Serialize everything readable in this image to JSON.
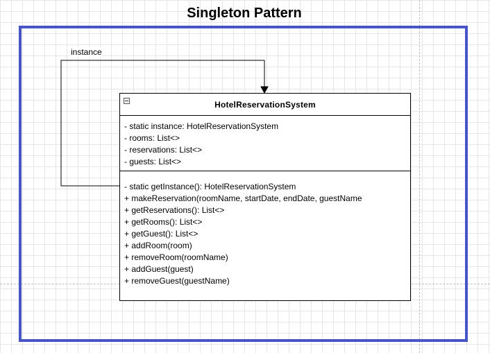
{
  "diagram": {
    "title": "Singleton Pattern",
    "frame_color": "#4755c6",
    "association": {
      "label": "instance"
    },
    "class": {
      "name": "HotelReservationSystem",
      "attributes": [
        "- static instance: HotelReservationSystem",
        "- rooms: List<>",
        "- reservations: List<>",
        "- guests: List<>"
      ],
      "methods": [
        "- static getInstance(): HotelReservationSystem",
        "+ makeReservation(roomName, startDate, endDate, guestName",
        "+ getReservations(): List<>",
        "+ getRooms(): List<>",
        "+ getGuest(): List<>",
        "+ addRoom(room)",
        "+ removeRoom(roomName)",
        "+ addGuest(guest)",
        "+ removeGuest(guestName)"
      ]
    }
  }
}
